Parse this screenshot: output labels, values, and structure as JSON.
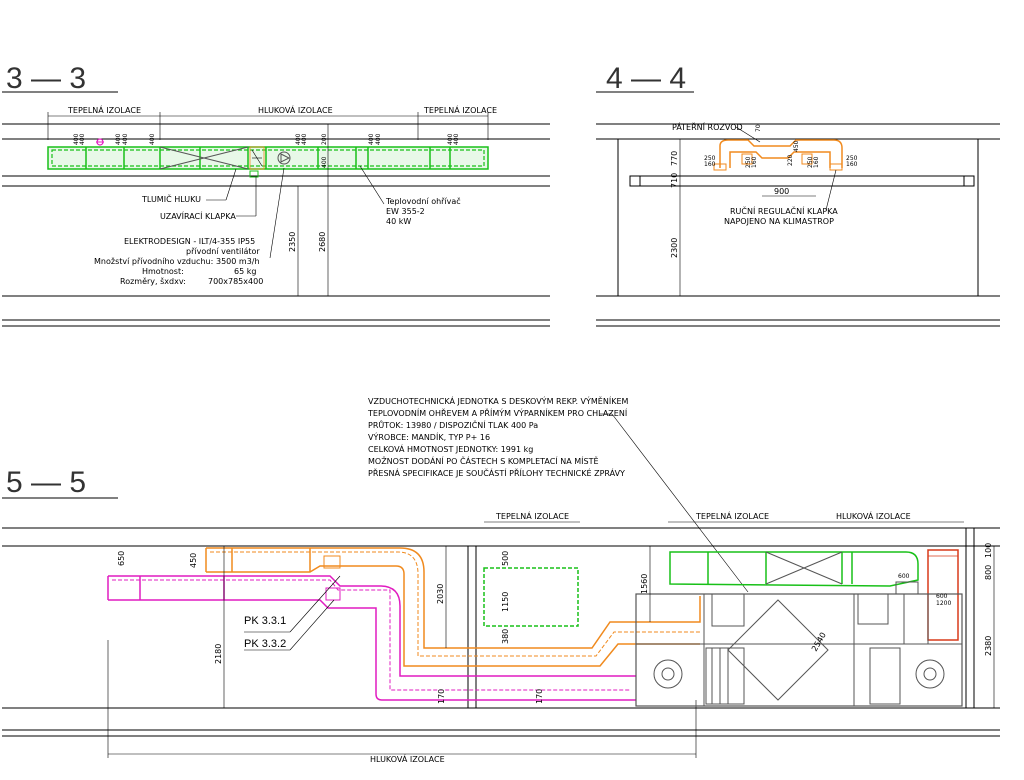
{
  "sections": {
    "s33": {
      "title": "3 — 3",
      "labels": {
        "tep1": "TEPELNÁ IZOLACE",
        "hluk": "HLUKOVÁ IZOLACE",
        "tep2": "TEPELNÁ IZOLACE",
        "tlumic": "TLUMIČ HLUKU",
        "klapka": "UZAVÍRACÍ KLAPKA",
        "ohrivac1": "Teplovodní ohřívač",
        "ohrivac2": "EW 355-2",
        "ohrivac3": "40 kW",
        "elektro1": "ELEKTRODESIGN - ILT/4-355 IP55",
        "elektro2": "přívodní ventilátor",
        "mnozstvi_l": "Množství přívodního vzduchu:",
        "mnozstvi_v": "3500 m3/h",
        "hmotnost_l": "Hmotnost:",
        "hmotnost_v": "65 kg",
        "rozmery_l": "Rozměry, šxdxv:",
        "rozmery_v": "700x785x400"
      },
      "dims": {
        "d2350": "2350",
        "d2680": "2680",
        "d400": "400",
        "d200": "200",
        "d400b": "400",
        "d400c": "400"
      }
    },
    "s44": {
      "title": "4 — 4",
      "labels": {
        "pateri": "PÁTEŘNÍ ROZVOD",
        "regul1": "RUČNÍ REGULAČNÍ KLAPKA",
        "regul2": "NAPOJENO NA KLIMASTROP"
      },
      "dims": {
        "d900": "900",
        "d2300": "2300",
        "d770": "770",
        "d710": "710",
        "d70": "70",
        "d450": "450",
        "d220": "220",
        "d250a": "250",
        "d160a": "160",
        "d250b": "250",
        "d160b": "160",
        "d250c": "250",
        "d160c": "160",
        "d250d": "250",
        "d160d": "160"
      }
    },
    "s55": {
      "title": "5 — 5",
      "note": [
        "VZDUCHOTECHNICKÁ JEDNOTKA S DESKOVÝM REKP. VÝMĚNÍKEM",
        "TEPLOVODNÍM OHŘEVEM A PŘÍMÝM VÝPARNÍKEM PRO CHLAZENÍ",
        "PRŮTOK: 13980 / DISPOZIČNÍ TLAK 400 Pa",
        "VÝROBCE: MANDÍK, TYP P+ 16",
        "CELKOVÁ HMOTNOST JEDNOTKY: 1991 kg",
        "MOŽNOST DODÁNÍ PO ČÁSTECH S KOMPLETACÍ NA MÍSTĚ",
        "PŘESNÁ SPECIFIKACE JE SOUČÁSTÍ PŘÍLOHY TECHNICKÉ ZPRÁVY"
      ],
      "labels": {
        "tep1": "TEPELNÁ IZOLACE",
        "tep2": "TEPELNÁ IZOLACE",
        "hluk_top": "HLUKOVÁ IZOLACE",
        "hluk_bottom": "HLUKOVÁ IZOLACE",
        "pk1": "PK 3.3.1",
        "pk2": "PK 3.3.2"
      },
      "dims": {
        "d650": "650",
        "d450": "450",
        "d2180": "2180",
        "d2030": "2030",
        "d1560": "1560",
        "d2540": "2540",
        "d800": "800",
        "d2380": "2380",
        "d1150": "1150",
        "d500": "500",
        "d380": "380",
        "d600a": "600",
        "d600b": "600",
        "d1200": "1200",
        "d170a": "170",
        "d170b": "170",
        "d100": "100"
      }
    }
  }
}
